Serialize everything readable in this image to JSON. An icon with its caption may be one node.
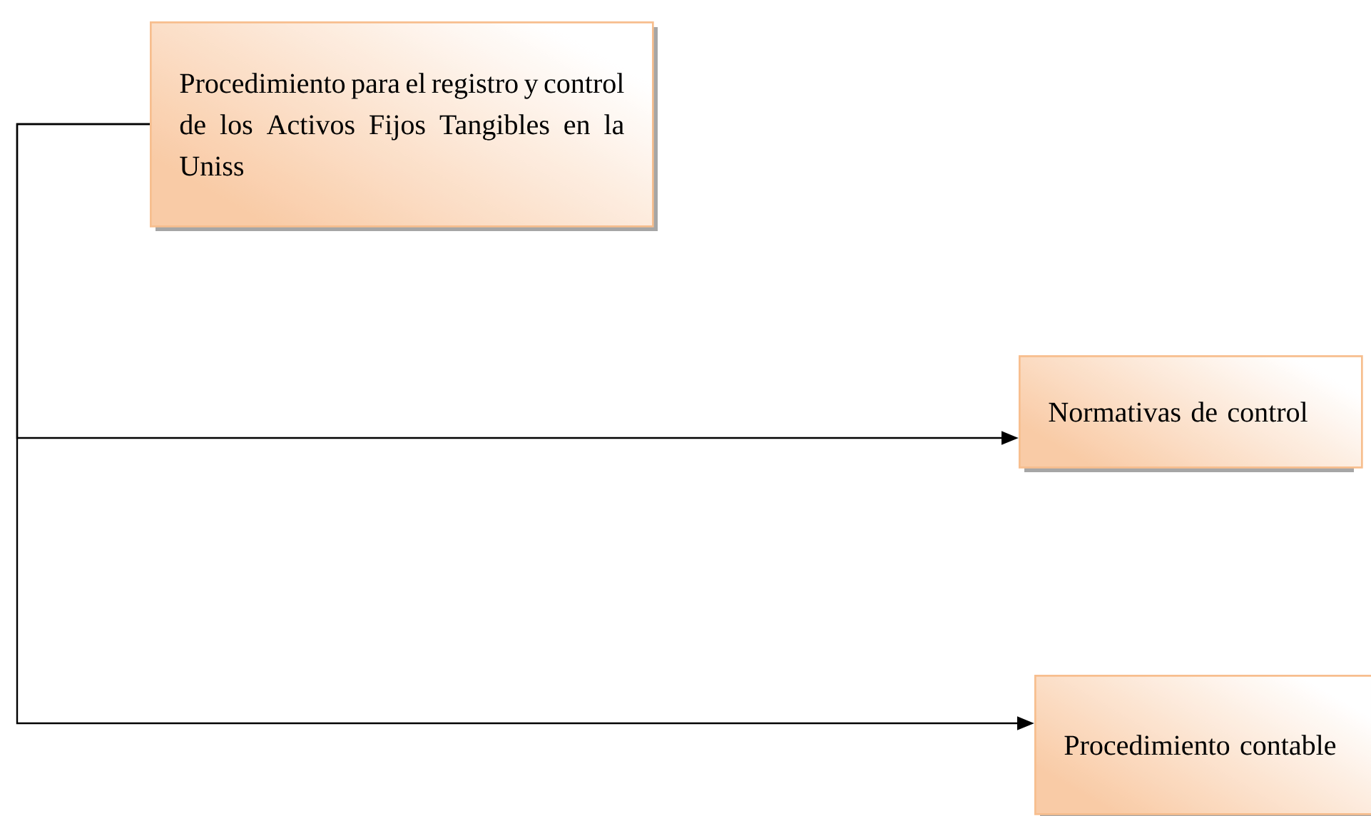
{
  "diagram": {
    "nodes": [
      {
        "text": [
          "Procedimiento para el registro y control de los Activos Fijos Tangibles en la Uniss"
        ]
      },
      {
        "text": [
          "Normativas de control"
        ]
      },
      {
        "text": [
          "Procedimiento contable"
        ]
      }
    ],
    "edges": [
      {
        "from": 0,
        "to": 1,
        "arrow": "to"
      },
      {
        "from": 0,
        "to": 2,
        "arrow": "to"
      }
    ]
  }
}
